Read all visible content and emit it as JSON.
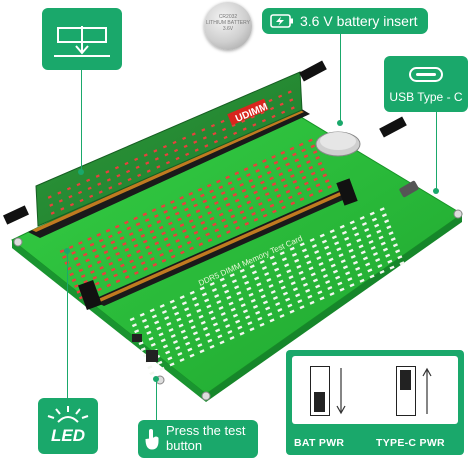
{
  "callouts": {
    "battery": {
      "label": "3.6 V battery insert",
      "icon": "lightning-battery-icon"
    },
    "usb": {
      "label": "USB Type - C",
      "icon": "usb-c-port-icon"
    },
    "led": {
      "label": "LED",
      "icon": "led-glow-icon"
    },
    "test_button": {
      "line1": "Press the test",
      "line2": "button",
      "icon": "finger-press-icon"
    },
    "slot_icon": "slot-insert-arrow-icon"
  },
  "board": {
    "module_label": "UDIMM",
    "silk_ddr": "DDR5 DIMM Memory Test Card"
  },
  "switch_panel": {
    "left_label": "BAT PWR",
    "right_label": "TYPE-C  PWR"
  },
  "colors": {
    "accent": "#1aa86b",
    "pcb": "#27c13a",
    "led_red": "#e8413c",
    "slot_black": "#1a1a1a"
  }
}
